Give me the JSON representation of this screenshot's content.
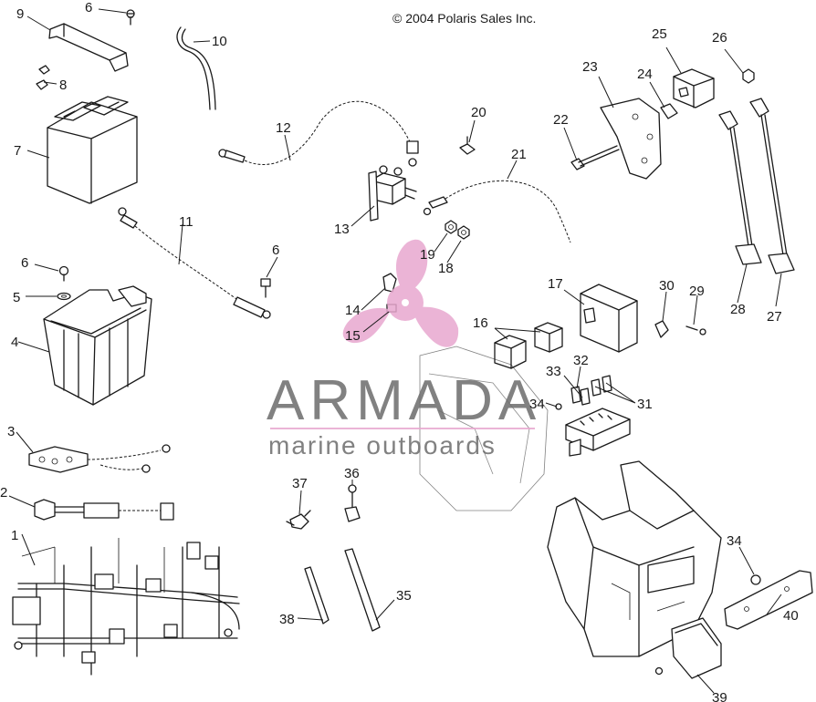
{
  "copyright": "© 2004 Polaris Sales Inc.",
  "watermark": {
    "title": "ARMADA",
    "subtitle": "marine outboards",
    "logo_icon": "propeller-icon",
    "accent_color": "#e8a8cf",
    "text_color": "#6b6b6b"
  },
  "callouts": [
    "1",
    "2",
    "3",
    "4",
    "5",
    "6",
    "6",
    "7",
    "8",
    "9",
    "10",
    "11",
    "12",
    "13",
    "14",
    "15",
    "16",
    "17",
    "18",
    "19",
    "20",
    "21",
    "22",
    "23",
    "24",
    "25",
    "26",
    "27",
    "28",
    "29",
    "30",
    "31",
    "32",
    "33",
    "34",
    "34",
    "35",
    "36",
    "37",
    "38",
    "39",
    "40"
  ]
}
